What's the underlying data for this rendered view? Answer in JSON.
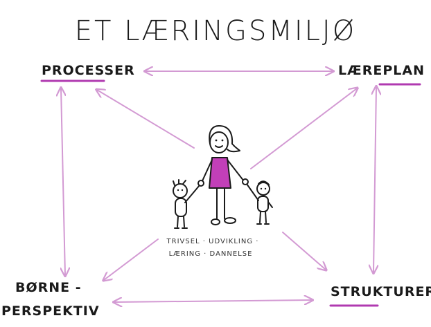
{
  "title": "ET LÆRINGSMILJØ",
  "nodes": {
    "processer": "PROCESSER",
    "laereplan": "LÆREPLAN",
    "borne_line1": "BØRNE -",
    "borne_line2": "PERSPEKTIV",
    "strukturer": "STRUKTURER"
  },
  "caption": {
    "line1": "TRIVSEL · UDVIKLING ·",
    "line2": "LÆRING · DANNELSE"
  },
  "colors": {
    "arrow": "#d39ad3",
    "underline": "#b03ab0",
    "ink": "#1a1a1a"
  },
  "icons": [
    "adult-figure-icon",
    "child-left-icon",
    "child-right-icon"
  ]
}
